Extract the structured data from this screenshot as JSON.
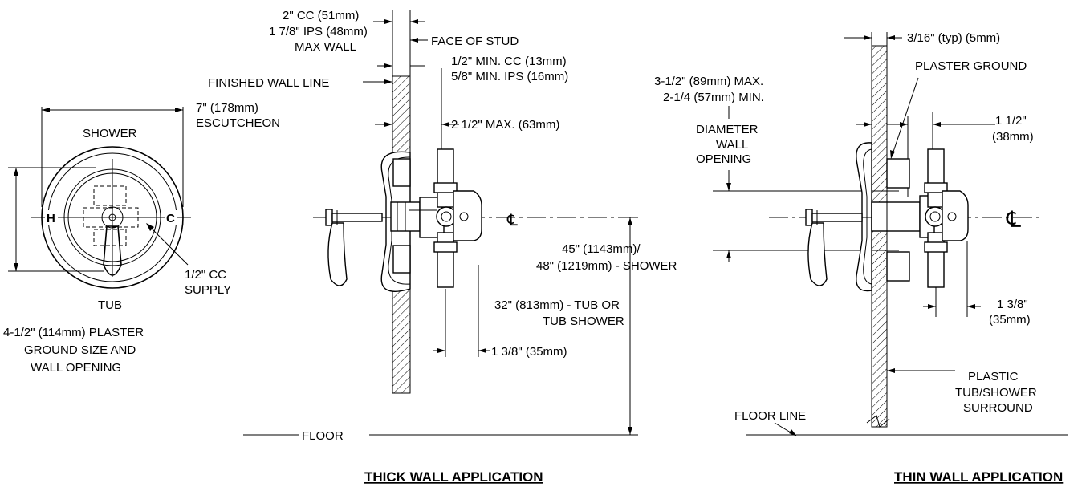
{
  "left_view": {
    "escutcheon_dim": [
      "7\" (178mm)",
      "ESCUTCHEON"
    ],
    "label_top": "SHOWER",
    "label_bottom": "TUB",
    "label_hot": "H",
    "label_cold": "C",
    "supply_label": [
      "1/2\" CC",
      "SUPPLY"
    ],
    "plaster_label": [
      "4-1/2\" (114mm) PLASTER",
      "GROUND SIZE AND",
      "WALL OPENING"
    ]
  },
  "thick_wall": {
    "title": "THICK WALL APPLICATION",
    "max_wall": [
      "2\" CC (51mm)",
      "1 7/8\" IPS (48mm)",
      "MAX WALL"
    ],
    "face_of_stud": "FACE OF STUD",
    "finished_wall_line": "FINISHED WALL LINE",
    "min_cc": [
      "1/2\" MIN. CC (13mm)",
      "5/8\" MIN. IPS (16mm)"
    ],
    "max_2_5": "2 1/2\" MAX. (63mm)",
    "centerline": "℄",
    "height_shower": [
      "45\" (1143mm)/",
      "48\" (1219mm) - SHOWER"
    ],
    "height_tub": [
      "32\" (813mm) - TUB OR",
      "TUB SHOWER"
    ],
    "bottom_dim": "1 3/8\" (35mm)",
    "floor": "FLOOR"
  },
  "thin_wall": {
    "title": "THIN WALL APPLICATION",
    "typ": "3/16\" (typ) (5mm)",
    "plaster_ground": "PLASTER GROUND",
    "opening": [
      "3-1/2\" (89mm) MAX.",
      "2-1/4 (57mm) MIN.",
      "DIAMETER",
      "WALL",
      "OPENING"
    ],
    "dim_1_5": [
      "1 1/2\"",
      "(38mm)"
    ],
    "centerline": "℄",
    "dim_1_3_8": [
      "1 3/8\"",
      "(35mm)"
    ],
    "surround": [
      "PLASTIC",
      "TUB/SHOWER",
      "SURROUND"
    ],
    "floor_line": "FLOOR LINE"
  }
}
